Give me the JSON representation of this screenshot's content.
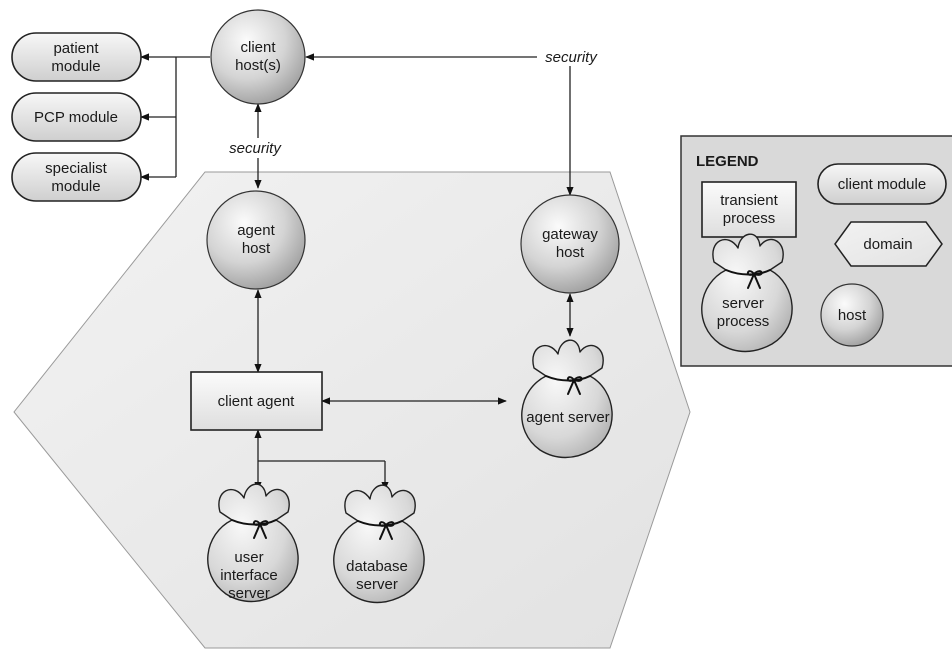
{
  "modules": {
    "patient": [
      "patient",
      "module"
    ],
    "pcp": [
      "PCP module"
    ],
    "specialist": [
      "specialist",
      "module"
    ]
  },
  "hosts": {
    "client": [
      "client",
      "host(s)"
    ],
    "agent": [
      "agent",
      "host"
    ],
    "gateway": [
      "gateway",
      "host"
    ]
  },
  "security_labels": {
    "vertical": "security",
    "horizontal": "security"
  },
  "processes": {
    "client_agent": "client agent"
  },
  "servers": {
    "agent_server": [
      "agent server"
    ],
    "user_interface": [
      "user",
      "interface",
      "server"
    ],
    "database": [
      "database",
      "server"
    ]
  },
  "legend": {
    "title": "LEGEND",
    "transient_process": [
      "transient",
      "process"
    ],
    "client_module": "client module",
    "domain": "domain",
    "server_process": [
      "server",
      "process"
    ],
    "host": "host"
  },
  "colors": {
    "domain_fill": "#ebebeb",
    "legend_fill": "#d9d9d9",
    "sphere_light": "#f7f7f7",
    "sphere_dark": "#9a9a9a"
  }
}
